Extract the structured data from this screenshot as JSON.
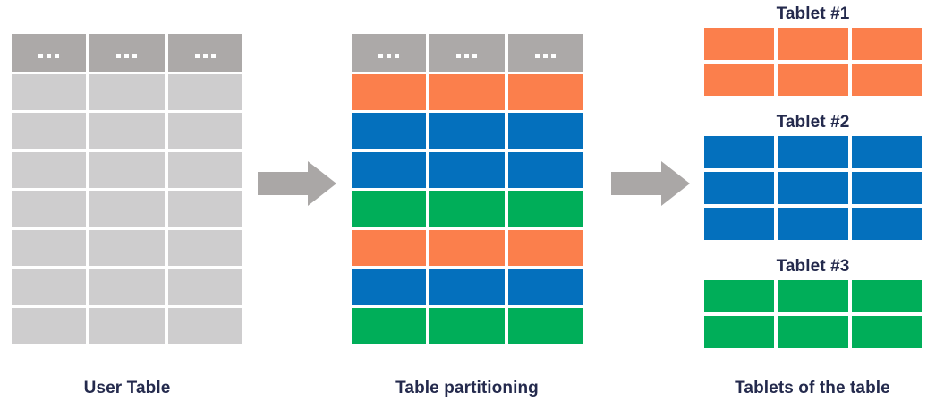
{
  "palette": {
    "background": "#ffffff",
    "header_gray": "#aca9a8",
    "cell_gray": "#cecdce",
    "orange": "#fb7f4c",
    "blue": "#0470bd",
    "green": "#00ae59",
    "arrow_gray": "#aaa7a6",
    "text_navy": "#242a4d"
  },
  "diagram": {
    "type": "table-partitioning-flow",
    "columns_per_table": 3,
    "header_cell_text": "...",
    "stages": [
      {
        "id": "user-table",
        "caption": "User Table",
        "header_row": [
          "...",
          "...",
          "..."
        ],
        "row_colors": [
          "gray",
          "gray",
          "gray",
          "gray",
          "gray",
          "gray",
          "gray"
        ]
      },
      {
        "id": "table-partitioning",
        "caption": "Table partitioning",
        "header_row": [
          "...",
          "...",
          "..."
        ],
        "row_colors": [
          "orange",
          "blue",
          "blue",
          "green",
          "orange",
          "blue",
          "green"
        ]
      },
      {
        "id": "tablets-of-the-table",
        "caption": "Tablets of the table",
        "tablets": [
          {
            "title": "Tablet #1",
            "color": "orange",
            "rows": 2,
            "cols": 3
          },
          {
            "title": "Tablet #2",
            "color": "blue",
            "rows": 3,
            "cols": 3
          },
          {
            "title": "Tablet #3",
            "color": "green",
            "rows": 2,
            "cols": 3
          }
        ]
      }
    ],
    "arrows": [
      {
        "id": "arrow-user-to-partition",
        "direction": "right"
      },
      {
        "id": "arrow-partition-to-tablets",
        "direction": "right"
      }
    ]
  }
}
